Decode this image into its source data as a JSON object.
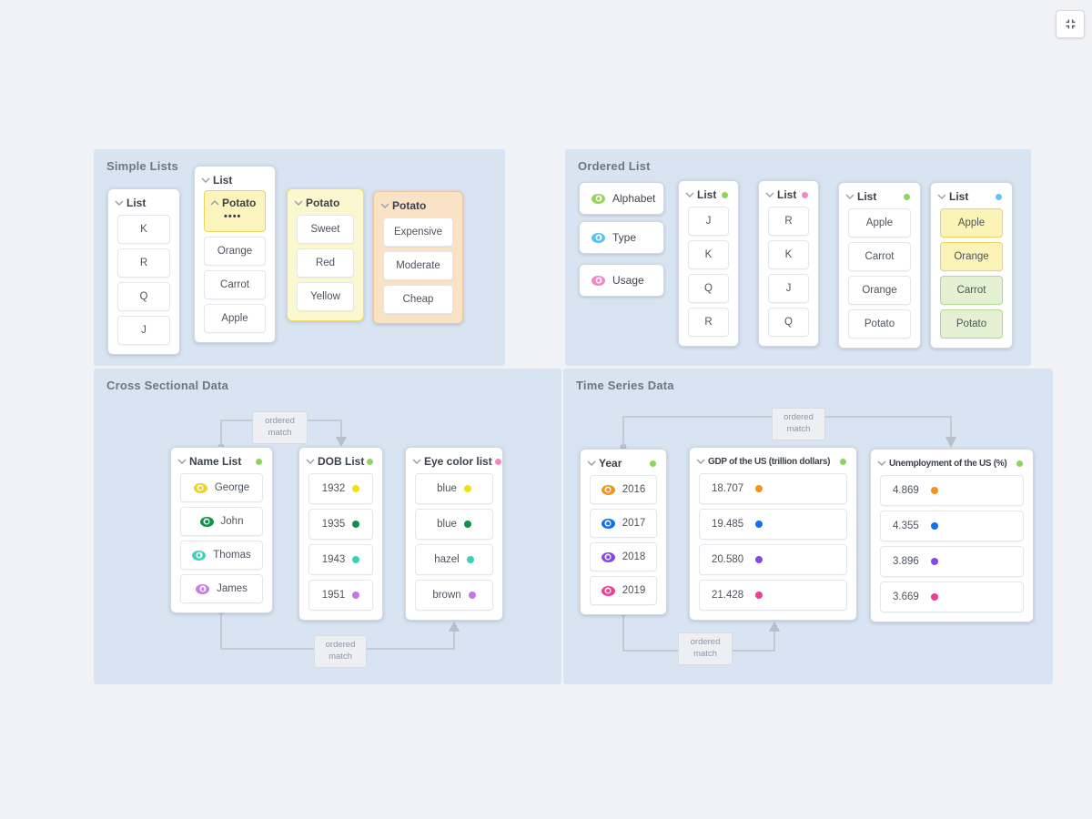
{
  "toolbar": {
    "fit_icon": "fullscreen-exit"
  },
  "panels": {
    "simple_lists": {
      "title": "Simple Lists",
      "list_a": {
        "title": "List",
        "items": [
          "K",
          "R",
          "Q",
          "J"
        ]
      },
      "list_b": {
        "title": "List",
        "collapsed_item": {
          "title": "Potato",
          "hidden_dots": "••••"
        },
        "items": [
          "Orange",
          "Carrot",
          "Apple"
        ]
      },
      "potato_yellow": {
        "title": "Potato",
        "items": [
          "Sweet",
          "Red",
          "Yellow"
        ]
      },
      "potato_orange": {
        "title": "Potato",
        "items": [
          "Expensive",
          "Moderate",
          "Cheap"
        ]
      }
    },
    "ordered_list": {
      "title": "Ordered List",
      "source_buttons": [
        {
          "label": "Alphabet",
          "eye_color": "#94d35c"
        },
        {
          "label": "Type",
          "eye_color": "#56c1f6"
        },
        {
          "label": "Usage",
          "eye_color": "#f784c3"
        }
      ],
      "list_1": {
        "title": "List",
        "dot_color": "#8ed45e",
        "items": [
          "J",
          "K",
          "Q",
          "R"
        ]
      },
      "list_2": {
        "title": "List",
        "dot_color": "#f287bb",
        "items": [
          "R",
          "K",
          "J",
          "Q"
        ]
      },
      "list_3": {
        "title": "List",
        "dot_color": "#8ed45e",
        "items": [
          "Apple",
          "Carrot",
          "Orange",
          "Potato"
        ]
      },
      "list_4": {
        "title": "List",
        "dot_color": "#64c3f4",
        "items": [
          {
            "label": "Apple",
            "variant": "yellow"
          },
          {
            "label": "Orange",
            "variant": "yellow"
          },
          {
            "label": "Carrot",
            "variant": "green"
          },
          {
            "label": "Potato",
            "variant": "green"
          }
        ]
      }
    },
    "cross_sectional": {
      "title": "Cross Sectional Data",
      "top_connector_label": "ordered match",
      "bottom_connector_label": "ordered match",
      "name_list": {
        "title": "Name List",
        "dot_color": "#8ed45e",
        "items": [
          {
            "label": "George",
            "eye_color": "#edd22a"
          },
          {
            "label": "John",
            "eye_color": "#13914f"
          },
          {
            "label": "Thomas",
            "eye_color": "#3ed0bd"
          },
          {
            "label": "James",
            "eye_color": "#cb7ce6"
          }
        ]
      },
      "dob_list": {
        "title": "DOB List",
        "dot_color": "#8ed45e",
        "items": [
          {
            "label": "1932",
            "dot_color": "#efe20d"
          },
          {
            "label": "1935",
            "dot_color": "#0d9150"
          },
          {
            "label": "1943",
            "dot_color": "#3bd3b5"
          },
          {
            "label": "1951",
            "dot_color": "#c478e0"
          }
        ]
      },
      "eye_color_list": {
        "title": "Eye color list",
        "dot_color": "#f287bb",
        "items": [
          {
            "label": "blue",
            "dot_color": "#efe20d"
          },
          {
            "label": "blue",
            "dot_color": "#0d9150"
          },
          {
            "label": "hazel",
            "dot_color": "#3bd3b5"
          },
          {
            "label": "brown",
            "dot_color": "#c478e0"
          }
        ]
      }
    },
    "time_series": {
      "title": "Time Series Data",
      "top_connector_label": "ordered match",
      "bottom_connector_label": "ordered match",
      "year": {
        "title": "Year",
        "dot_color": "#8ed45e",
        "items": [
          {
            "label": "2016",
            "eye_color": "#f5921e"
          },
          {
            "label": "2017",
            "eye_color": "#1470e8"
          },
          {
            "label": "2018",
            "eye_color": "#8448e8"
          },
          {
            "label": "2019",
            "eye_color": "#ef3f90"
          }
        ]
      },
      "gdp": {
        "title": "GDP of the US (trillion dollars)",
        "dot_color": "#8ed45e",
        "items": [
          {
            "label": "18.707",
            "dot_color": "#f5921e"
          },
          {
            "label": "19.485",
            "dot_color": "#1470e8"
          },
          {
            "label": "20.580",
            "dot_color": "#8448e8"
          },
          {
            "label": "21.428",
            "dot_color": "#ef3f90"
          }
        ]
      },
      "unemployment": {
        "title": "Unemployment of the US (%)",
        "dot_color": "#8ed45e",
        "items": [
          {
            "label": "4.869",
            "dot_color": "#f5921e"
          },
          {
            "label": "4.355",
            "dot_color": "#1470e8"
          },
          {
            "label": "3.896",
            "dot_color": "#8448e8"
          },
          {
            "label": "3.669",
            "dot_color": "#ef3f90"
          }
        ]
      }
    }
  }
}
